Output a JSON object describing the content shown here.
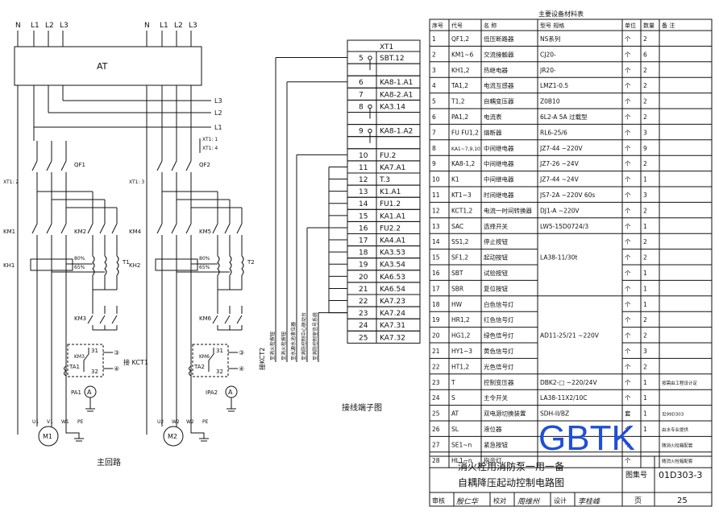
{
  "main_circuit": {
    "title": "主回路",
    "phases_left": [
      "N",
      "L1",
      "L2",
      "L3"
    ],
    "phases_right": [
      "N",
      "L1",
      "L2",
      "L3"
    ],
    "at_label": "AT",
    "bus_labels": [
      "L3",
      "L2",
      "L1"
    ],
    "xt_right_top": "XT1: 1",
    "xt_right_bot": "XT1: 4",
    "xt_left": "XT1: 2",
    "xt_mid": "XT1: 3",
    "qf_left": "QF1",
    "qf_right": "QF2",
    "km_left": [
      "KM1",
      "KM2",
      "KM3"
    ],
    "km_right": [
      "KM4",
      "KM5",
      "KM6"
    ],
    "kh_left": "KH1",
    "kh_right": "KH2",
    "tap_80": "80%",
    "tap_65": "65%",
    "tap_80b": "80%",
    "tap_65b": "65%",
    "t_left": "T1",
    "t_right": "T2",
    "kct_left": "接 KCT1",
    "kct_right": "接KCT2",
    "km3_ct": "KM3",
    "km6_ct": "KM6",
    "ta_left": "TA1",
    "ta_right": "TA2",
    "pa_left": "PA1",
    "pa_right": "IPA2",
    "ct_pins": [
      "31",
      "32",
      "31",
      "32"
    ],
    "circ_nums": [
      "③",
      "④",
      "③",
      "④"
    ],
    "meter_a": "A",
    "motor_left": "M1",
    "motor_right": "M2",
    "terminals_left": [
      "U1",
      "V1",
      "W1",
      "PE"
    ],
    "terminals_right": [
      "U2",
      "W2",
      "W2",
      "PE"
    ]
  },
  "terminal_block": {
    "title": "接线端子图",
    "header": "XT1",
    "rows": [
      {
        "no": "5",
        "mark": "SBT.12",
        "break": true
      },
      {
        "no": "",
        "mark": ""
      },
      {
        "no": "6",
        "mark": "KA8-1.A1"
      },
      {
        "no": "7",
        "mark": "KA8-2.A1"
      },
      {
        "no": "8",
        "mark": "KA3.14",
        "break": true
      },
      {
        "no": "",
        "mark": ""
      },
      {
        "no": "9",
        "mark": "KA8-1.A2",
        "break": true
      },
      {
        "no": "",
        "mark": ""
      },
      {
        "no": "10",
        "mark": "FU.2"
      },
      {
        "no": "11",
        "mark": "KA7.A1"
      },
      {
        "no": "12",
        "mark": "T.3"
      },
      {
        "no": "13",
        "mark": "K1.A1"
      },
      {
        "no": "14",
        "mark": "FU1.2"
      },
      {
        "no": "15",
        "mark": "KA1.A1"
      },
      {
        "no": "16",
        "mark": "FU2.2"
      },
      {
        "no": "17",
        "mark": "KA4.A1"
      },
      {
        "no": "18",
        "mark": "KA3.53"
      },
      {
        "no": "19",
        "mark": "KA3.54"
      },
      {
        "no": "20",
        "mark": "KA6.53"
      },
      {
        "no": "21",
        "mark": "KA6.54"
      },
      {
        "no": "22",
        "mark": "KA7.23"
      },
      {
        "no": "23",
        "mark": "KA7.24"
      },
      {
        "no": "24",
        "mark": "KA7.31"
      },
      {
        "no": "25",
        "mark": "KA7.32"
      }
    ],
    "remote_labels": [
      "至消火栓按钮",
      "至消火栓按钮",
      "至水源水池液位器",
      "至消防控制中心联动台",
      "至消防控制室信号系统"
    ]
  },
  "material_table": {
    "title": "主要设备材料表",
    "headers": [
      "序号",
      "代号",
      "名    称",
      "型号  规格",
      "单位",
      "数量",
      "备    注"
    ],
    "rows": [
      [
        "1",
        "QF1,2",
        "低压断路器",
        "NS系列",
        "个",
        "2",
        ""
      ],
      [
        "2",
        "KM1~6",
        "交流接触器",
        "CJ20-",
        "个",
        "6",
        ""
      ],
      [
        "3",
        "KH1,2",
        "热继电器",
        "JR20-",
        "个",
        "2",
        ""
      ],
      [
        "4",
        "TA1,2",
        "电流互感器",
        "LMZ1-0.5",
        "个",
        "2",
        ""
      ],
      [
        "5",
        "T1,2",
        "自耦变压器",
        "Z0B10",
        "个",
        "2",
        ""
      ],
      [
        "6",
        "PA1,2",
        "电流表",
        "6L2-A 5A  过载型",
        "个",
        "2",
        ""
      ],
      [
        "7",
        "FU FU1,2",
        "熔断器",
        "RL6-25/6",
        "个",
        "3",
        ""
      ],
      [
        "8",
        "KA1~7,9,10",
        "中间继电器",
        "JZ7-44  ~220V",
        "个",
        "9",
        ""
      ],
      [
        "9",
        "KA8-1,2",
        "中间继电器",
        "JZ7-26  ~24V",
        "个",
        "2",
        ""
      ],
      [
        "10",
        "K1",
        "中间继电器",
        "JZ7-44  ~24V",
        "个",
        "1",
        ""
      ],
      [
        "11",
        "KT1~3",
        "时间继电器",
        "JS7-2A  ~220V 60s",
        "个",
        "3",
        ""
      ],
      [
        "12",
        "KCT1,2",
        "电流一时间转换器",
        "DJ1-A   ~220V",
        "个",
        "2",
        ""
      ],
      [
        "13",
        "SAC",
        "选择开关",
        "LW5-15D0724/3",
        "个",
        "1",
        ""
      ],
      [
        "14",
        "SS1,2",
        "停止按钮",
        "",
        "个",
        "2",
        ""
      ],
      [
        "15",
        "SF1,2",
        "起动按钮",
        "LA38-11/30t",
        "个",
        "2",
        ""
      ],
      [
        "16",
        "SBT",
        "试验按钮",
        "",
        "个",
        "1",
        ""
      ],
      [
        "17",
        "SBR",
        "复位按钮",
        "",
        "个",
        "1",
        ""
      ],
      [
        "18",
        "HW",
        "白色信号灯",
        "",
        "个",
        "1",
        ""
      ],
      [
        "19",
        "HR1,2",
        "红色信号灯",
        "",
        "个",
        "2",
        ""
      ],
      [
        "20",
        "HG1,2",
        "绿色信号灯",
        "AD11-25/21 ~220V",
        "个",
        "2",
        ""
      ],
      [
        "21",
        "HY1~3",
        "黄色信号灯",
        "",
        "个",
        "3",
        ""
      ],
      [
        "22",
        "HT1,2",
        "光色信号灯",
        "",
        "个",
        "2",
        ""
      ],
      [
        "23",
        "T",
        "控制变压器",
        "DBK2-□  ~220/24V",
        "个",
        "1",
        "按需由工程设计定"
      ],
      [
        "24",
        "S",
        "主令开关",
        "LA38-11X2/10C",
        "个",
        "1",
        ""
      ],
      [
        "25",
        "AT",
        "双电源切换装置",
        "SDH-II/BZ",
        "套",
        "1",
        "见99D303"
      ],
      [
        "26",
        "SL",
        "液位器",
        "",
        "个",
        "1",
        "由水专业提供"
      ],
      [
        "27",
        "SE1~n",
        "紧急按钮",
        "",
        "个",
        "",
        "随消火栓箱配套"
      ],
      [
        "28",
        "HL1~n",
        "指示灯",
        "",
        "个",
        "",
        "随消火栓箱配套"
      ]
    ]
  },
  "title_block": {
    "title_line1": "消火栓用消防泵一用一备",
    "title_line2": "自耦降压起动控制电路图",
    "atlas_label": "图集号",
    "atlas_no": "01D303-3",
    "page_label": "页",
    "page_no": "25",
    "review_label": "审核",
    "review_sig": "殷仁华",
    "check_label": "校对",
    "check_sig": "周维州",
    "design_label": "设计",
    "design_sig": "李桂峰"
  },
  "watermark": "GBTK",
  "colors": {
    "ink": "#111111",
    "watermark": "#1f4fd6",
    "paper": "#ffffff"
  }
}
